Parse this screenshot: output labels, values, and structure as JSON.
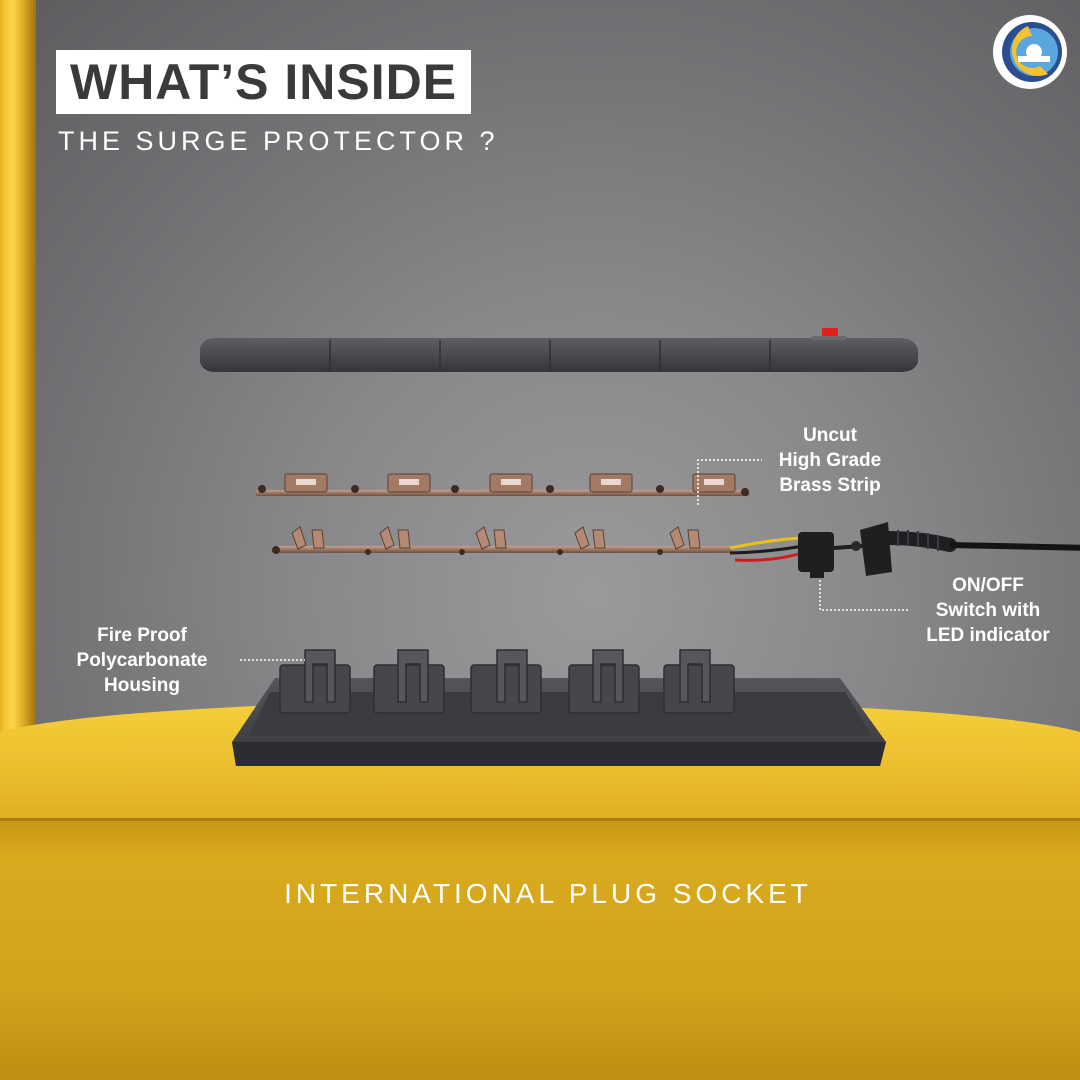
{
  "header": {
    "title": "WHAT’S INSIDE",
    "subtitle": "THE SURGE PROTECTOR ?"
  },
  "callouts": {
    "brass_strip": [
      "Uncut",
      "High Grade",
      "Brass Strip"
    ],
    "switch": [
      "ON/OFF",
      "Switch with",
      "LED indicator"
    ],
    "housing": [
      "Fire Proof",
      "Polycarbonate",
      "Housing"
    ]
  },
  "footer": {
    "caption": "INTERNATIONAL PLUG SOCKET"
  },
  "colors": {
    "accent_yellow": "#f2c230",
    "housing_gray": "#4a4b50",
    "brass": "#9a7460",
    "switch_red": "#e0201e",
    "text_white": "#ffffff"
  },
  "icons": {
    "logo": "brand-logo-icon"
  }
}
